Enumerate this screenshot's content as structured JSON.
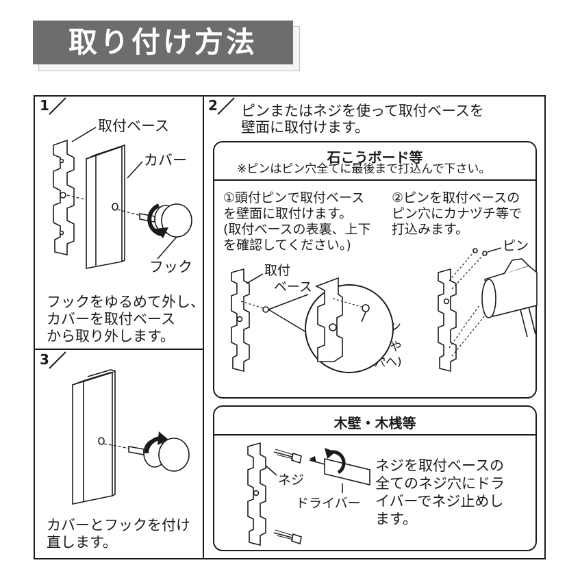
{
  "header": {
    "title": "取り付け方法"
  },
  "steps": {
    "s1": {
      "num": "1",
      "label_base": "取付ベース",
      "label_cover": "カバー",
      "label_hook": "フック",
      "desc": [
        "フックをゆるめて外し、",
        "カバーを取付ベース",
        "から取り外します。"
      ]
    },
    "s2": {
      "num": "2",
      "intro": [
        "ピンまたはネジを使って取付ベースを",
        "壁面に取付けます。"
      ],
      "gypsum": {
        "title": "石こうボード等",
        "note": "※ピンはピン穴全てに最後まで打込んで下さい。",
        "step_a": [
          "①頭付ピンで取付ベース",
          "を壁面に取付けます。",
          "(取付ベースの表裏、上下",
          "を確認してください。)"
        ],
        "step_b": [
          "②ピンを取付ベースの",
          "ピン穴にカナヅチ等で",
          "打込みます。"
        ],
        "label_base": [
          "取付",
          "ベース"
        ],
        "label_headpin": "頭付ピン",
        "label_headpin_note": [
          "(中央やや",
          "上の穴へ)"
        ],
        "label_pin": "ピン"
      },
      "wood": {
        "title": "木壁・木桟等",
        "label_screw": "ネジ",
        "label_driver": "ドライバー",
        "desc": [
          "ネジを取付ベースの",
          "全てのネジ穴にドラ",
          "イバーでネジ止めし",
          "ます。"
        ]
      }
    },
    "s3": {
      "num": "3",
      "desc": [
        "カバーとフックを付け",
        "直します。"
      ]
    }
  }
}
